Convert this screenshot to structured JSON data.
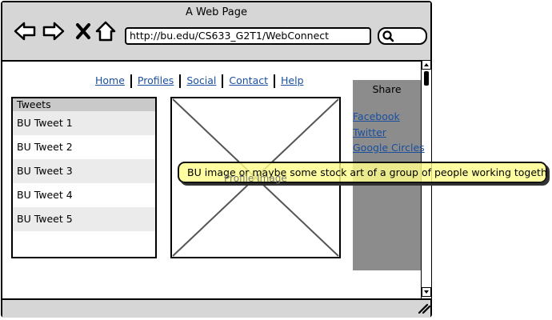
{
  "window": {
    "title": "A Web Page"
  },
  "toolbar": {
    "back_icon": "arrow-left-icon",
    "forward_icon": "arrow-right-icon",
    "stop_icon": "close-icon",
    "home_icon": "home-icon",
    "url": "http://bu.edu/CS633_G2T1/WebConnect",
    "search_icon": "search-icon"
  },
  "nav": {
    "links": [
      "Home",
      "Profiles",
      "Social",
      "Contact",
      "Help"
    ]
  },
  "tweets": {
    "header": "Tweets",
    "items": [
      "BU Tweet 1",
      "BU Tweet 2",
      "BU Tweet 3",
      "BU Tweet 4",
      "BU Tweet 5"
    ]
  },
  "image": {
    "label": "Profile Image"
  },
  "share": {
    "title": "Share",
    "links": [
      "Facebook",
      "Twitter",
      "Google Circles"
    ]
  },
  "callout": {
    "text": "BU image or maybe some stock art of a group of people working together."
  },
  "colors": {
    "chrome": "#d6d6d6",
    "link": "#1a4fa0",
    "share_bg": "#8c8c8c",
    "note": "#ffff8c"
  }
}
